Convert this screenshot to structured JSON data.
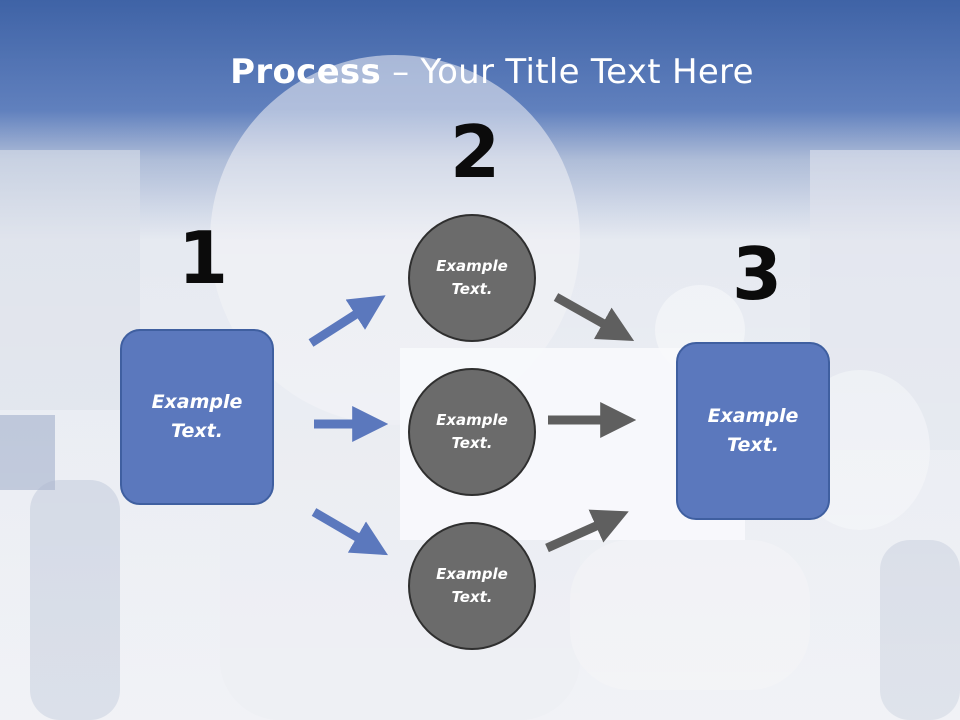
{
  "title": {
    "bold": "Process",
    "rest": " – Your Title Text Here"
  },
  "steps": {
    "one": "1",
    "two": "2",
    "three": "3"
  },
  "boxes": {
    "left": "Example\nText.",
    "right": "Example\nText."
  },
  "circles": {
    "top": "Example\nText.",
    "middle": "Example\nText.",
    "bottom": "Example\nText."
  },
  "colors": {
    "title_bar": "#4a6cb0",
    "box_fill": "#5b78bd",
    "circle_fill": "#6b6b6b",
    "blue_arrow": "#5b78bd",
    "gray_arrow": "#5f5f5f"
  }
}
